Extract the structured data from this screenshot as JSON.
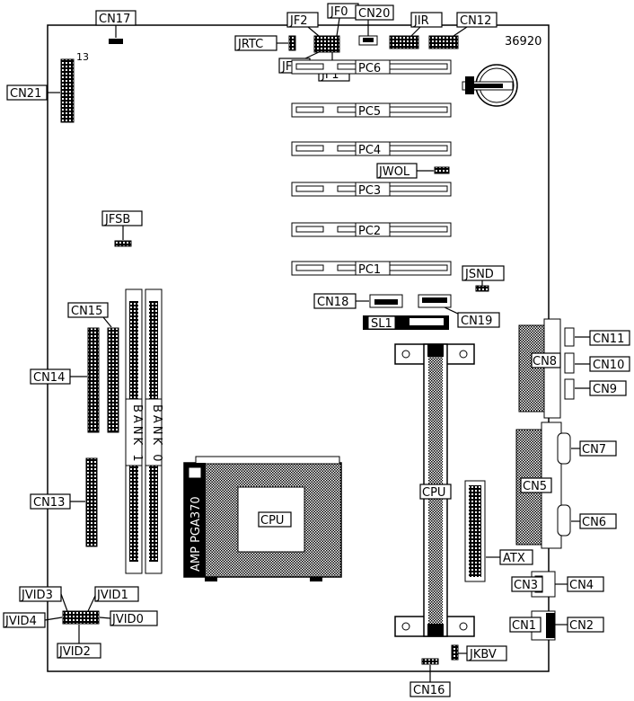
{
  "board": {
    "model_number": "36920",
    "pin_marker": "13"
  },
  "connectors": {
    "cn17": "CN17",
    "jf2": "JF2",
    "jf0": "JF0",
    "cn20": "CN20",
    "jir": "JIR",
    "cn12": "CN12",
    "jrtc": "JRTC",
    "jf3": "JF3",
    "jf1": "JF1",
    "cn21": "CN21",
    "pc6": "PC6",
    "pc5": "PC5",
    "pc4": "PC4",
    "pc3": "PC3",
    "pc2": "PC2",
    "pc1": "PC1",
    "jwol": "JWOL",
    "jfsb": "JFSB",
    "jsnd": "JSND",
    "cn18": "CN18",
    "cn19": "CN19",
    "sl1": "SL1",
    "cn15": "CN15",
    "cn14": "CN14",
    "cn13": "CN13",
    "cn11": "CN11",
    "cn8": "CN8",
    "cn10": "CN10",
    "cn9": "CN9",
    "cn7": "CN7",
    "cn5": "CN5",
    "cn6": "CN6",
    "cpu_slot": "CPU",
    "cpu_socket": "CPU",
    "socket_name": "AMP PGA370",
    "bank1": "BANK 1",
    "bank0": "BANK 0",
    "atx": "ATX",
    "cn3": "CN3",
    "cn4": "CN4",
    "cn1": "CN1",
    "cn2": "CN2",
    "jkbv": "JKBV",
    "cn16": "CN16",
    "jvid3": "JVID3",
    "jvid1": "JVID1",
    "jvid4": "JVID4",
    "jvid0": "JVID0",
    "jvid2": "JVID2"
  }
}
